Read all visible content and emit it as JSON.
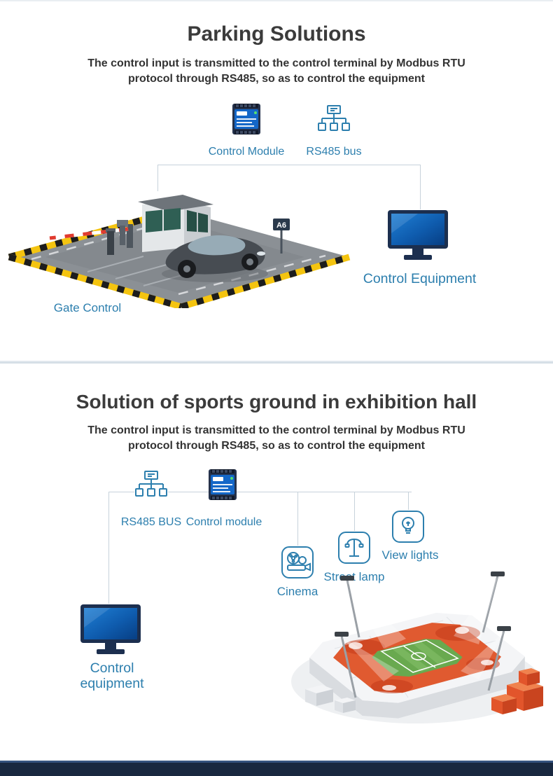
{
  "colors": {
    "accent": "#2d7fae",
    "heading": "#3b3b3b",
    "footer_dark": "#192840",
    "footer_line": "#35537f"
  },
  "icons": {
    "control_module": "din-rail-controller-icon",
    "rs485_bus": "network-bus-icon",
    "monitor": "monitor-icon",
    "cinema": "film-projector-icon",
    "street_lamp": "street-lamp-icon",
    "view_lights": "light-bulb-icon"
  },
  "parking": {
    "title": "Parking Solutions",
    "subtitle_line1": "The control input is transmitted to the control terminal by Modbus RTU",
    "subtitle_line2": "protocol through RS485, so as to control the equipment",
    "control_module_label": "Control Module",
    "rs485_bus_label": "RS485 bus",
    "gate_control_label": "Gate Control",
    "control_equipment_label": "Control Equipment",
    "booth_sign": "A6"
  },
  "sports": {
    "title": "Solution of sports ground in exhibition hall",
    "subtitle_line1": "The control input is transmitted to the control terminal by Modbus RTU",
    "subtitle_line2": "protocol through RS485, so as to control the equipment",
    "rs485_bus_label": "RS485 BUS",
    "control_module_label": "Control module",
    "cinema_label": "Cinema",
    "street_lamp_label": "Street lamp",
    "view_lights_label": "View lights",
    "control_equipment_line1": "Control",
    "control_equipment_line2": "equipment"
  }
}
